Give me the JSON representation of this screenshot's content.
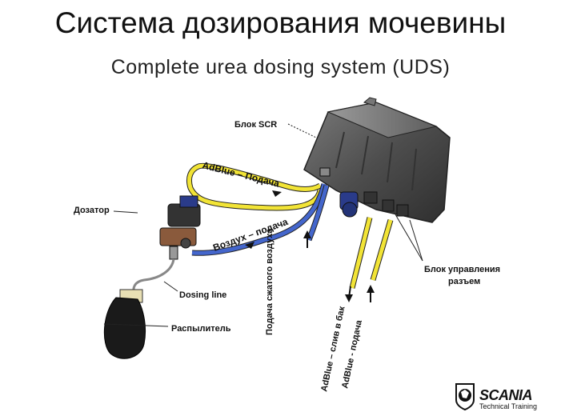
{
  "title": "Система дозирования мочевины",
  "subtitle": "Complete urea dosing system  (UDS)",
  "labels": {
    "scr_unit": "Блок SCR",
    "doser": "Дозатор",
    "adblue_feed": "AdBlue – Подача",
    "air_feed": "Воздух – подача",
    "dosing_line": "Dosing line",
    "sprayer": "Распылитель",
    "compressed_air": "Подача сжатого воздуха",
    "adblue_return": "AdBlue – слив в бак",
    "adblue_supply": "AdBlue - подача",
    "control_unit_line1": "Блок управления",
    "control_unit_line2": "разъем"
  },
  "logo": {
    "brand": "SCANIA",
    "tagline": "Technical Training",
    "icon": "griffin-icon"
  },
  "colors": {
    "adblue_line": "#f2e436",
    "air_line": "#4466cc",
    "scr_body": "#555555"
  }
}
